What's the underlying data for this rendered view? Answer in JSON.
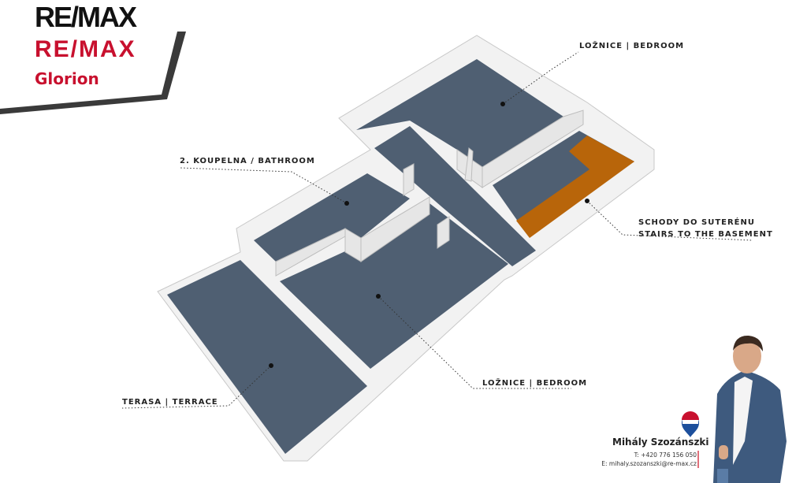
{
  "brand": {
    "logo_top": "RE/MAX",
    "logo_bottom": "RE/MAX",
    "office": "Glorion"
  },
  "labels": {
    "bedroom_top": "LOŽNICE | BEDROOM",
    "bathroom": "2. KOUPELNA / BATHROOM",
    "stairs_line1": "SCHODY DO SUTERÉNU",
    "stairs_line2": "STAIRS TO THE BASEMENT",
    "bedroom_bottom": "LOŽNICE | BEDROOM",
    "terrace": "TERASA | TERRACE"
  },
  "agent": {
    "name": "Mihály Szozánszki",
    "phone": "T: +420 776 156 050",
    "email": "E: mihaly.szozanszki@re-max.cz"
  },
  "colors": {
    "floor": "#4f5f72",
    "stairs": "#b8650a",
    "brand_red": "#c8102e",
    "brand_blue": "#1d4f9c"
  }
}
